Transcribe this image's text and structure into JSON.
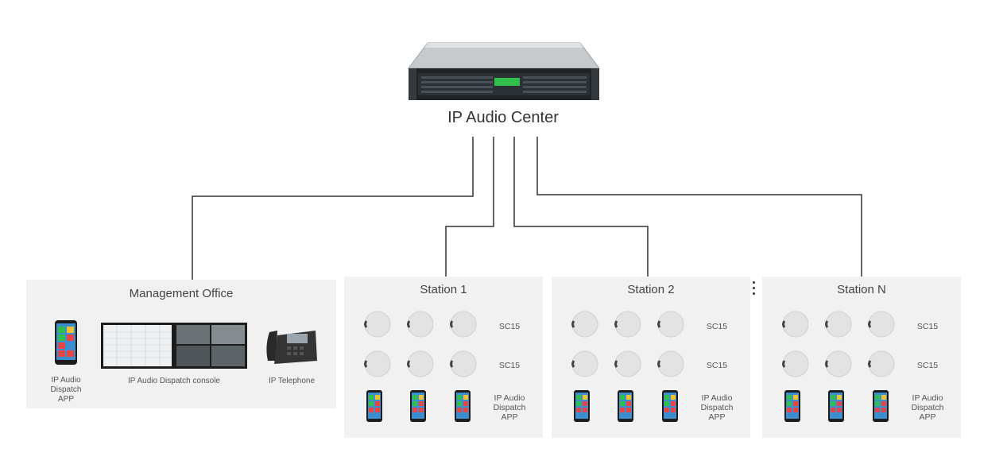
{
  "center": {
    "title": "IP Audio Center"
  },
  "management": {
    "title": "Management Office",
    "app_label": "IP Audio Dispatch APP",
    "console_label": "IP Audio Dispatch console",
    "telephone_label": "IP Telephone"
  },
  "stations": [
    {
      "title": "Station 1",
      "row1_label": "SC15",
      "row2_label": "SC15",
      "app_label": "IP Audio Dispatch APP"
    },
    {
      "title": "Station 2",
      "row1_label": "SC15",
      "row2_label": "SC15",
      "app_label": "IP Audio Dispatch APP"
    },
    {
      "title": "Station N",
      "row1_label": "SC15",
      "row2_label": "SC15",
      "app_label": "IP Audio Dispatch APP"
    }
  ],
  "colors": {
    "panel": "#f1f1f1",
    "wire": "#333333",
    "accent_green": "#2fbf4a"
  }
}
